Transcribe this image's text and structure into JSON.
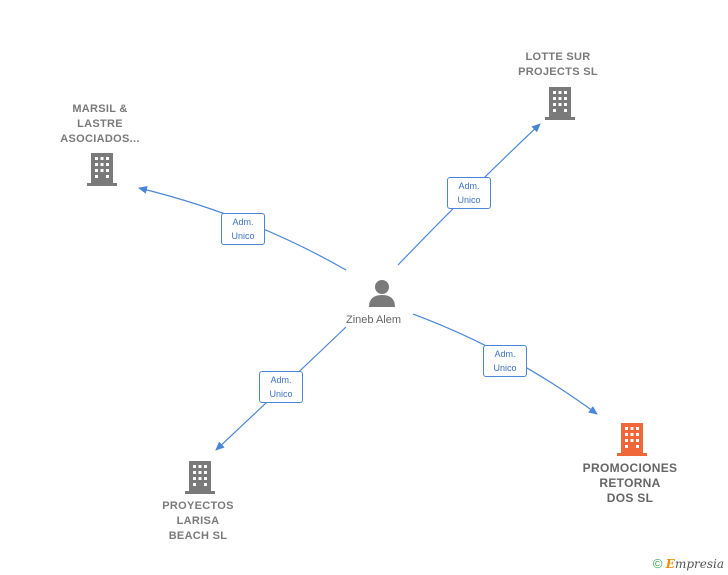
{
  "colors": {
    "edge": "#4a86d8",
    "building": "#7a7a7a",
    "building_highlight": "#f0683a",
    "person": "#7a7a7a"
  },
  "center": {
    "name": "Zineb Alem",
    "icon": "person-icon"
  },
  "companies": [
    {
      "id": "marsil",
      "label": "MARSIL &\nLASTRE\nASOCIADOS...",
      "icon": "building-icon",
      "highlight": false
    },
    {
      "id": "lotte",
      "label": "LOTTE SUR\nPROJECTS SL",
      "icon": "building-icon",
      "highlight": false
    },
    {
      "id": "proyectos",
      "label": "PROYECTOS\nLARISA\nBEACH SL",
      "icon": "building-icon",
      "highlight": false
    },
    {
      "id": "promociones",
      "label": "PROMOCIONES\nRETORNA\nDOS SL",
      "icon": "building-icon",
      "highlight": true
    }
  ],
  "edges": [
    {
      "to": "marsil",
      "label": "Adm.\nUnico"
    },
    {
      "to": "lotte",
      "label": "Adm.\nUnico"
    },
    {
      "to": "proyectos",
      "label": "Adm.\nUnico"
    },
    {
      "to": "promociones",
      "label": "Adm.\nUnico"
    }
  ],
  "footer": {
    "copyright": "©",
    "brand_first": "E",
    "brand_rest": "mpresia"
  }
}
